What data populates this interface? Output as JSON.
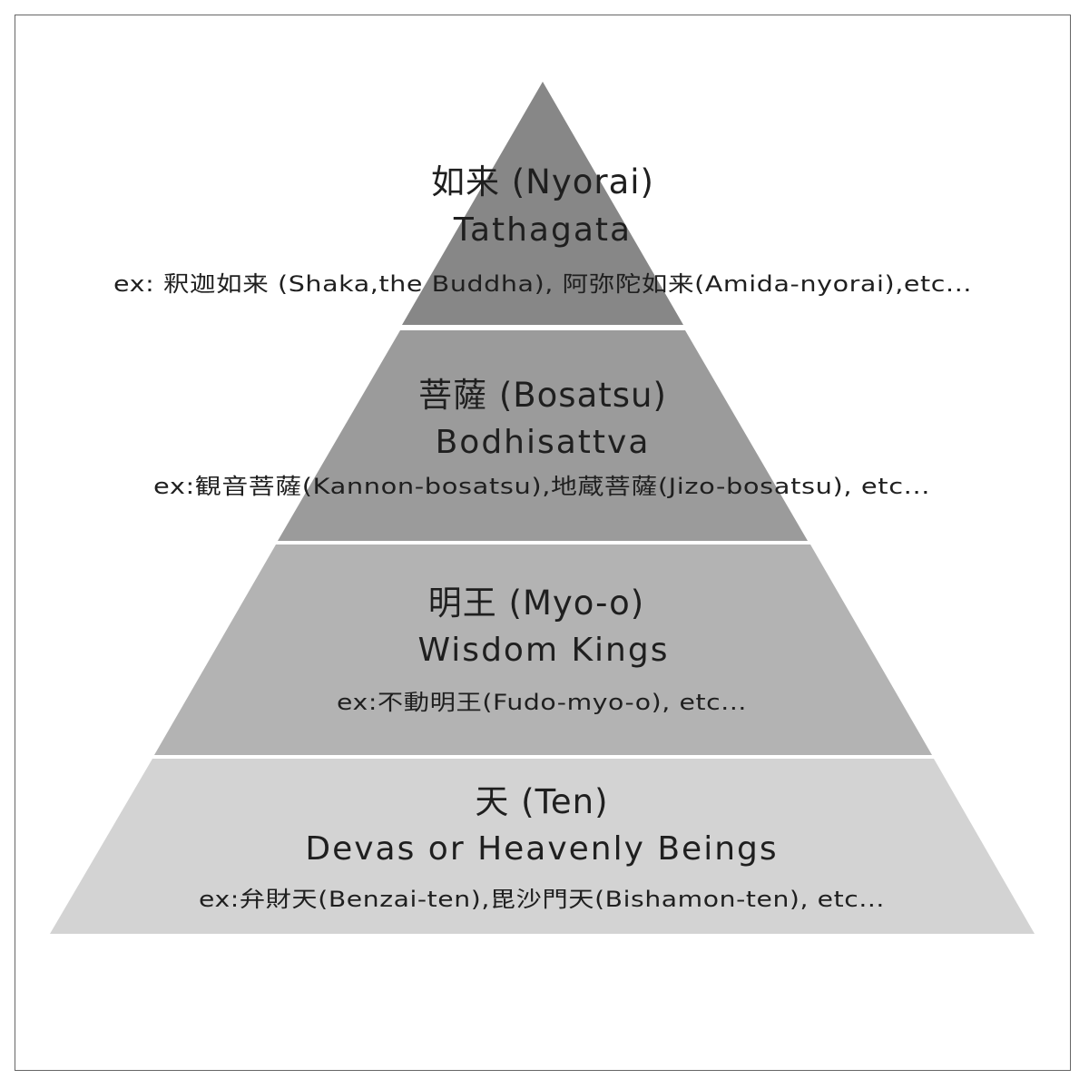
{
  "diagram": {
    "tiers": [
      {
        "id": "nyorai",
        "title": "如来 (Nyorai)",
        "subtitle": "Tathagata",
        "examples": "ex: 釈迦如来 (Shaka,the Buddha), 阿弥陀如来(Amida-nyorai),etc...",
        "color": "#878787"
      },
      {
        "id": "bosatsu",
        "title": "菩薩 (Bosatsu)",
        "subtitle": "Bodhisattva",
        "examples": "ex:観音菩薩(Kannon-bosatsu),地蔵菩薩(Jizo-bosatsu), etc...",
        "color": "#9b9b9b"
      },
      {
        "id": "myoo",
        "title": "明王 (Myo-o)",
        "subtitle": "Wisdom Kings",
        "examples": "ex:不動明王(Fudo-myo-o), etc...",
        "color": "#b3b3b3"
      },
      {
        "id": "ten",
        "title": "天 (Ten)",
        "subtitle": "Devas or Heavenly Beings",
        "examples": "ex:弁財天(Benzai-ten),毘沙門天(Bishamon-ten), etc...",
        "color": "#d3d3d3"
      }
    ]
  }
}
